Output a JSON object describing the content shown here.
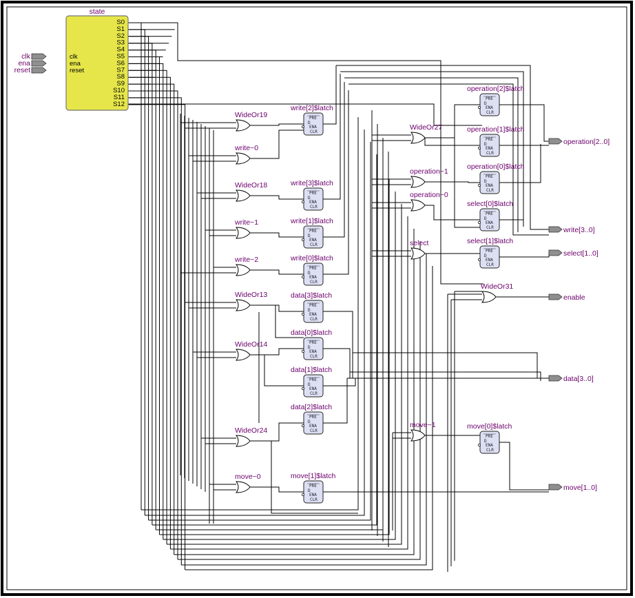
{
  "state_block": {
    "title": "state",
    "inputs": [
      "clk",
      "ena",
      "reset"
    ],
    "outputs": [
      "S0",
      "S1",
      "S2",
      "S3",
      "S4",
      "S5",
      "S6",
      "S7",
      "S8",
      "S9",
      "S10",
      "S11",
      "S12"
    ],
    "fill_color": "#e6e64a"
  },
  "inputs": [
    "clk",
    "ena",
    "reset"
  ],
  "or_gates": [
    {
      "id": "g-wideor19",
      "label": "WideOr19"
    },
    {
      "id": "g-write0",
      "label": "write~0"
    },
    {
      "id": "g-wideor18",
      "label": "WideOr18"
    },
    {
      "id": "g-write1",
      "label": "write~1"
    },
    {
      "id": "g-write2",
      "label": "write~2"
    },
    {
      "id": "g-wideor13",
      "label": "WideOr13"
    },
    {
      "id": "g-wideor14",
      "label": "WideOr14"
    },
    {
      "id": "g-wideor24",
      "label": "WideOr24"
    },
    {
      "id": "g-move0",
      "label": "move~0"
    },
    {
      "id": "g-wideor27",
      "label": "WideOr27"
    },
    {
      "id": "g-operation1",
      "label": "operation~1"
    },
    {
      "id": "g-operation0",
      "label": "operation~0"
    },
    {
      "id": "g-select",
      "label": "select"
    },
    {
      "id": "g-move1",
      "label": "move~1"
    },
    {
      "id": "g-wideor31",
      "label": "WideOr31"
    }
  ],
  "latches": [
    {
      "id": "l-write2",
      "label": "write[2]$latch"
    },
    {
      "id": "l-write3",
      "label": "write[3]$latch"
    },
    {
      "id": "l-write1",
      "label": "write[1]$latch"
    },
    {
      "id": "l-write0",
      "label": "write[0]$latch"
    },
    {
      "id": "l-data3",
      "label": "data[3]$latch"
    },
    {
      "id": "l-data0",
      "label": "data[0]$latch"
    },
    {
      "id": "l-data1",
      "label": "data[1]$latch"
    },
    {
      "id": "l-data2",
      "label": "data[2]$latch"
    },
    {
      "id": "l-move1",
      "label": "move[1]$latch"
    },
    {
      "id": "l-operation2",
      "label": "operation[2]$latch"
    },
    {
      "id": "l-operation1",
      "label": "operation[1]$latch"
    },
    {
      "id": "l-operation0",
      "label": "operation[0]$latch"
    },
    {
      "id": "l-select0",
      "label": "select[0]$latch"
    },
    {
      "id": "l-select1",
      "label": "select[1]$latch"
    },
    {
      "id": "l-move0",
      "label": "move[0]$latch"
    }
  ],
  "latch_pins": {
    "pre": "PRE",
    "d": "D",
    "en": "ENA",
    "clr": "CLR"
  },
  "outputs": [
    "operation[2..0]",
    "write[3..0]",
    "select[1..0]",
    "enable",
    "data[3..0]",
    "move[1..0]"
  ],
  "colors": {
    "state_fill": "#e6e64a",
    "latch_fill": "#dde0f2",
    "port_fill": "#8f8f8f",
    "label": "#6b006b",
    "wire": "#000000"
  }
}
